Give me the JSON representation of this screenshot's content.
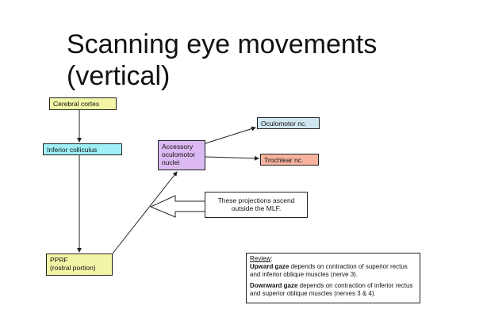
{
  "slide": {
    "title_line1": "Scanning eye movements",
    "title_line2": "(vertical)"
  },
  "nodes": {
    "cortex": "Cerebral cortex",
    "colliculus": "Inferior colliculus",
    "pprf_line1": "PPRF",
    "pprf_line2": "(rostral portion)",
    "accessory_line1": "Accessory",
    "accessory_line2": "oculomotor",
    "accessory_line3": "nuclei",
    "oculomotor": "Oculomotor nc.",
    "trochlear": "Trochlear nc."
  },
  "callout": {
    "line1": "These projections ascend",
    "line2": "outside the MLF."
  },
  "review": {
    "title": "Review",
    "title_suffix": ":",
    "up_label": "Upward gaze",
    "up_text": " depends on contraction of superior rectus and inferior oblique muscles (nerve 3).",
    "down_label": "Downward gaze",
    "down_text": " depends on contraction of  inferior rectus and superior oblique muscles  (nerves 3 & 4)."
  },
  "colors": {
    "yellow_box": "#f2f5a6",
    "cyan_box": "#9ff0f6",
    "purple_box": "#dcb9f2",
    "blue_box": "#d0e6ef",
    "salmon_box": "#f7b39e"
  }
}
